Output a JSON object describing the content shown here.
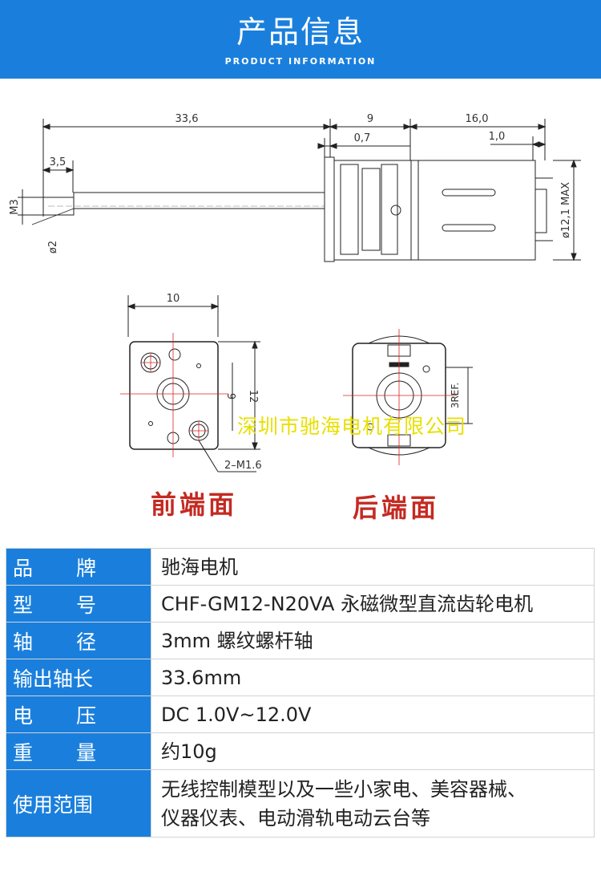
{
  "header": {
    "title": "产品信息",
    "subtitle": "PRODUCT INFORMATION",
    "background_color": "#1a7fdc"
  },
  "drawing": {
    "side_view_dimensions": {
      "total_shaft_length": "33,6",
      "gearbox_length": "9",
      "flange_thickness": "0,7",
      "motor_length": "16,0",
      "terminal_offset": "1,0",
      "thread_length": "3,5",
      "thread_size": "M3",
      "shaft_diameter": "ø2",
      "motor_diameter": "ø12,1 MAX"
    },
    "front_view_dimensions": {
      "width": "10",
      "hole_spacing": "9",
      "height": "12",
      "screw_holes": "2–M1.6"
    },
    "back_view_dimensions": {
      "ref": "3REF."
    },
    "watermark": "深圳市驰海电机有限公司",
    "caption_front": "前端面",
    "caption_back": "后端面",
    "caption_color": "#c42a22"
  },
  "specs": [
    {
      "key": "品 牌",
      "k1": "品",
      "k2": "牌",
      "value": "驰海电机"
    },
    {
      "key": "型 号",
      "k1": "型",
      "k2": "号",
      "value": "CHF-GM12-N20VA 永磁微型直流齿轮电机"
    },
    {
      "key": "轴 径",
      "k1": "轴",
      "k2": "径",
      "value": "3mm 螺纹螺杆轴"
    },
    {
      "key": "输出轴长",
      "value": "33.6mm"
    },
    {
      "key": "电 压",
      "k1": "电",
      "k2": "压",
      "value": "DC 1.0V~12.0V"
    },
    {
      "key": "重 量",
      "k1": "重",
      "k2": "量",
      "value": "约10g"
    },
    {
      "key": "使用范围",
      "value_line1": "无线控制模型以及一些小家电、美容器械、",
      "value_line2": "仪器仪表、电动滑轨电动云台等"
    }
  ]
}
